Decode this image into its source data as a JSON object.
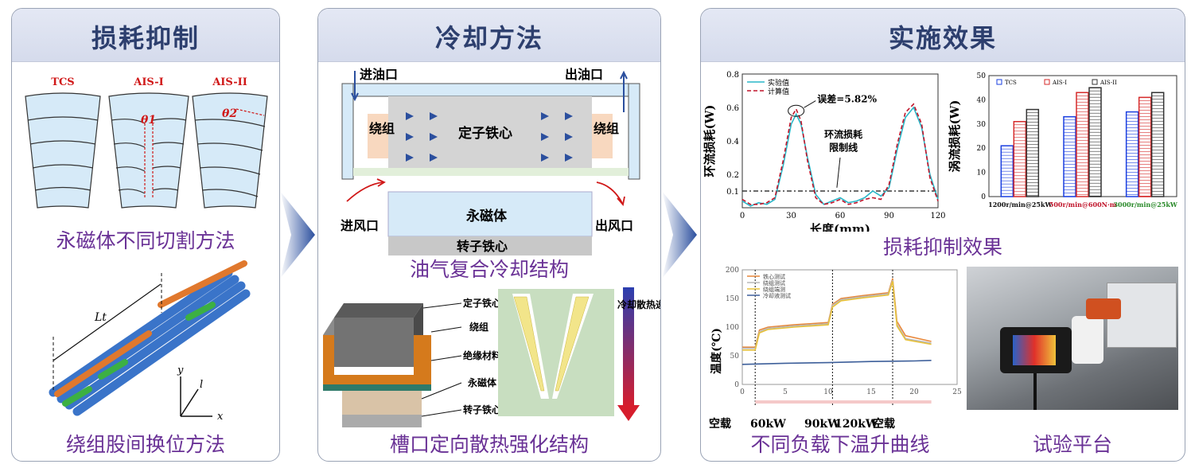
{
  "panels": {
    "loss": {
      "title": "损耗抑制",
      "cut_labels": [
        "TCS",
        "AIS-I",
        "AIS-II"
      ],
      "theta1": "θ1",
      "theta2": "θ2",
      "caption_cut": "永磁体不同切割方法",
      "lt_label": "Lt",
      "axis_y": "y",
      "axis_l": "l",
      "axis_x": "x",
      "caption_winding": "绕组股间换位方法"
    },
    "cooling": {
      "title": "冷却方法",
      "oil_in": "进油口",
      "oil_out": "出油口",
      "winding_left": "绕组",
      "winding_right": "绕组",
      "stator_core": "定子铁心",
      "pm": "永磁体",
      "rotor_core": "转子铁心",
      "air_in": "进风口",
      "air_out": "出风口",
      "caption_oil": "油气复合冷却结构",
      "part_labels": [
        "定子铁心",
        "绕组",
        "绝缘材料",
        "永磁体",
        "转子铁心"
      ],
      "gradient_label": "冷却散热递增",
      "caption_slot": "槽口定向散热强化结构"
    },
    "effect": {
      "title": "实施效果",
      "caption_loss": "损耗抑制效果",
      "caption_temp": "不同负载下温升曲线",
      "caption_test": "试验平台",
      "annotations": {
        "error": "误差=5.82%",
        "limit_line_1": "环流损耗",
        "limit_line_2": "限制线"
      },
      "load_labels": [
        "空载",
        "60kW",
        "90kW",
        "120kW",
        "空载"
      ]
    }
  },
  "chart_data": [
    {
      "type": "line",
      "xlabel": "长度(mm)",
      "ylabel": "环流损耗(W)",
      "xlim": [
        0,
        120
      ],
      "ylim": [
        0,
        0.8
      ],
      "xticks": [
        0,
        30,
        60,
        90,
        120
      ],
      "yticks": [
        0.1,
        0.2,
        0.4,
        0.6,
        0.8
      ],
      "legend": "top-left",
      "series": [
        {
          "name": "实验值",
          "color": "#2ab7c8",
          "x": [
            0,
            5,
            10,
            15,
            20,
            25,
            30,
            33,
            36,
            40,
            45,
            50,
            55,
            60,
            65,
            70,
            75,
            80,
            85,
            90,
            95,
            100,
            105,
            110,
            115,
            120
          ],
          "y": [
            0.04,
            0.01,
            0.03,
            0.02,
            0.05,
            0.25,
            0.5,
            0.56,
            0.5,
            0.3,
            0.08,
            0.02,
            0.04,
            0.06,
            0.03,
            0.04,
            0.06,
            0.1,
            0.07,
            0.12,
            0.35,
            0.54,
            0.6,
            0.48,
            0.2,
            0.05
          ]
        },
        {
          "name": "计算值",
          "color": "#c0152b",
          "x": [
            0,
            5,
            10,
            15,
            20,
            25,
            30,
            33,
            36,
            40,
            45,
            50,
            55,
            60,
            65,
            70,
            75,
            80,
            85,
            90,
            95,
            100,
            105,
            110,
            115,
            120
          ],
          "y": [
            0.05,
            0.02,
            0.02,
            0.03,
            0.06,
            0.28,
            0.54,
            0.59,
            0.52,
            0.28,
            0.06,
            0.02,
            0.03,
            0.05,
            0.02,
            0.03,
            0.05,
            0.06,
            0.05,
            0.14,
            0.38,
            0.57,
            0.62,
            0.5,
            0.18,
            0.04
          ]
        }
      ],
      "hline": {
        "y": 0.1,
        "label": "环流损耗限制线"
      }
    },
    {
      "type": "bar",
      "ylabel": "涡流损耗(W)",
      "ylim": [
        0,
        50
      ],
      "yticks": [
        0,
        10,
        20,
        30,
        40,
        50
      ],
      "categories": [
        "1200r/min@25kW",
        "500r/min@600N·m",
        "3000r/min@25kW"
      ],
      "legend": "top-left",
      "series": [
        {
          "name": "TCS",
          "color": "#1a3fe0",
          "values": [
            21,
            33,
            35
          ]
        },
        {
          "name": "AIS-I",
          "color": "#d62a2a",
          "values": [
            31,
            43,
            41
          ]
        },
        {
          "name": "AIS-II",
          "color": "#333333",
          "values": [
            36,
            45,
            43
          ]
        }
      ]
    },
    {
      "type": "line",
      "ylabel": "温度(℃)",
      "xlim": [
        0,
        25
      ],
      "ylim": [
        0,
        200
      ],
      "xticks": [
        0,
        5,
        10,
        15,
        20,
        25
      ],
      "yticks": [
        0,
        50,
        100,
        150,
        200
      ],
      "legend": "top-left",
      "series": [
        {
          "name": "铁心测试",
          "color": "#e8873a",
          "x": [
            0,
            1.5,
            2,
            3,
            6,
            10,
            10.5,
            11.5,
            14,
            17,
            17.5,
            18,
            19,
            22
          ],
          "y": [
            65,
            65,
            95,
            100,
            104,
            108,
            140,
            150,
            155,
            160,
            185,
            110,
            85,
            75
          ]
        },
        {
          "name": "绕组测试",
          "color": "#b9b9b9",
          "x": [
            0,
            1.5,
            2,
            3,
            6,
            10,
            10.5,
            11.5,
            14,
            17,
            17.5,
            18,
            19,
            22
          ],
          "y": [
            63,
            63,
            92,
            98,
            102,
            106,
            138,
            148,
            153,
            158,
            182,
            105,
            80,
            72
          ]
        },
        {
          "name": "绕组端测",
          "color": "#e8c23a",
          "x": [
            0,
            1.5,
            2,
            3,
            6,
            10,
            10.5,
            11.5,
            14,
            17,
            17.5,
            18,
            19,
            22
          ],
          "y": [
            60,
            60,
            90,
            96,
            100,
            104,
            135,
            146,
            151,
            156,
            180,
            102,
            78,
            70
          ]
        },
        {
          "name": "冷却液测试",
          "color": "#3d5f9a",
          "x": [
            0,
            5,
            10,
            15,
            20,
            22
          ],
          "y": [
            35,
            37,
            38,
            40,
            41,
            42
          ]
        }
      ]
    }
  ]
}
